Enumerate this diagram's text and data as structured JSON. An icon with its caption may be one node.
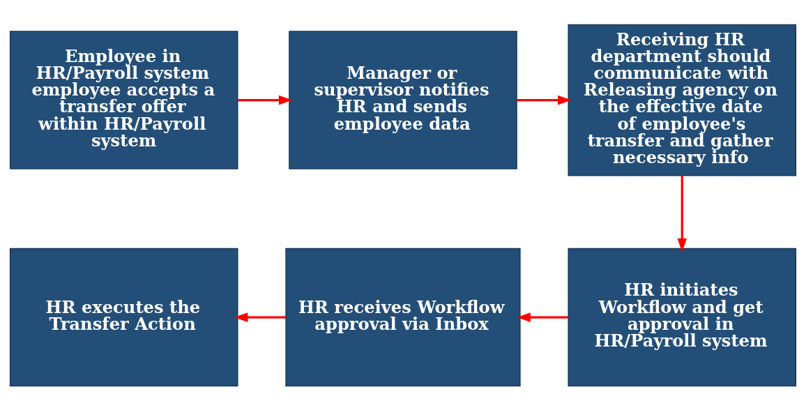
{
  "diagram": {
    "nodes": [
      {
        "text": [
          "Employee in HR/Payroll system employee accepts a transfer offer within HR/Payroll system"
        ]
      },
      {
        "text": [
          "Manager or supervisor notifies HR and sends employee data"
        ]
      },
      {
        "text": [
          "Receiving HR department should communicate with Releasing agency on the effective date of employee's transfer and gather necessary info"
        ]
      },
      {
        "text": [
          "HR initiates Workflow and get approval in HR/Payroll system"
        ]
      },
      {
        "text": [
          "HR receives Workflow approval via Inbox"
        ]
      },
      {
        "text": [
          "HR executes the Transfer Action"
        ]
      }
    ],
    "edges": [
      {
        "from": 0,
        "to": 1,
        "arrow": "to"
      },
      {
        "from": 1,
        "to": 2,
        "arrow": "to"
      },
      {
        "from": 2,
        "to": 3,
        "arrow": "to"
      },
      {
        "from": 3,
        "to": 4,
        "arrow": "to"
      },
      {
        "from": 4,
        "to": 5,
        "arrow": "to"
      }
    ]
  }
}
